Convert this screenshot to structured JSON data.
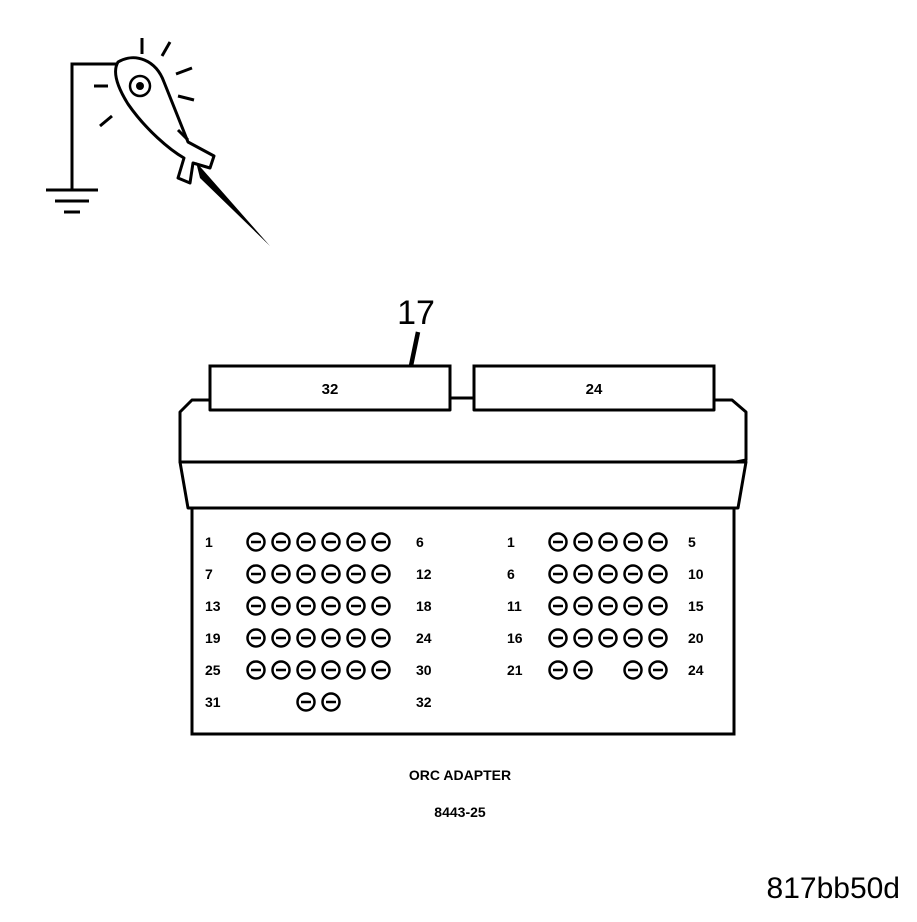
{
  "callout": "17",
  "caption": "ORC ADAPTER",
  "part_number": "8443-25",
  "figure_ref": "817bb50d",
  "connectors": {
    "left": {
      "label": "32",
      "rows": [
        {
          "start": "1",
          "end": "6",
          "pins": [
            1,
            1,
            1,
            1,
            1,
            1
          ]
        },
        {
          "start": "7",
          "end": "12",
          "pins": [
            1,
            1,
            1,
            1,
            1,
            1
          ]
        },
        {
          "start": "13",
          "end": "18",
          "pins": [
            1,
            1,
            1,
            1,
            1,
            1
          ]
        },
        {
          "start": "19",
          "end": "24",
          "pins": [
            1,
            1,
            1,
            1,
            1,
            1
          ]
        },
        {
          "start": "25",
          "end": "30",
          "pins": [
            1,
            1,
            1,
            1,
            1,
            1
          ]
        },
        {
          "start": "31",
          "end": "32",
          "pins": [
            0,
            0,
            1,
            1,
            0,
            0
          ]
        }
      ]
    },
    "right": {
      "label": "24",
      "rows": [
        {
          "start": "1",
          "end": "5",
          "pins": [
            1,
            1,
            1,
            1,
            1
          ]
        },
        {
          "start": "6",
          "end": "10",
          "pins": [
            1,
            1,
            1,
            1,
            1
          ]
        },
        {
          "start": "11",
          "end": "15",
          "pins": [
            1,
            1,
            1,
            1,
            1
          ]
        },
        {
          "start": "16",
          "end": "20",
          "pins": [
            1,
            1,
            1,
            1,
            1
          ]
        },
        {
          "start": "21",
          "end": "24",
          "pins": [
            1,
            1,
            0,
            1,
            1
          ]
        }
      ]
    }
  }
}
